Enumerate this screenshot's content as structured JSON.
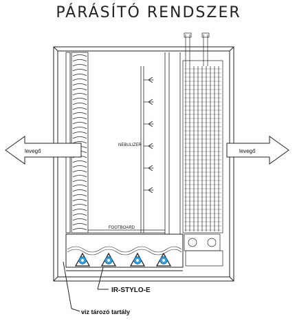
{
  "title": "PÁRÁSÍTÓ RENDSZER",
  "labels": {
    "air_out": "levegő",
    "air_in": "levegő",
    "nebulizer": "NEBULIZER",
    "footboard": "FOOTBOARD",
    "device": "IR-STYLO-E",
    "tank": "viz tározó tartály"
  },
  "colors": {
    "line": "#222222",
    "nozzle": "#3aa0d8"
  },
  "icons": [
    "arrow-left-icon",
    "arrow-right-icon",
    "nozzle-icon"
  ]
}
